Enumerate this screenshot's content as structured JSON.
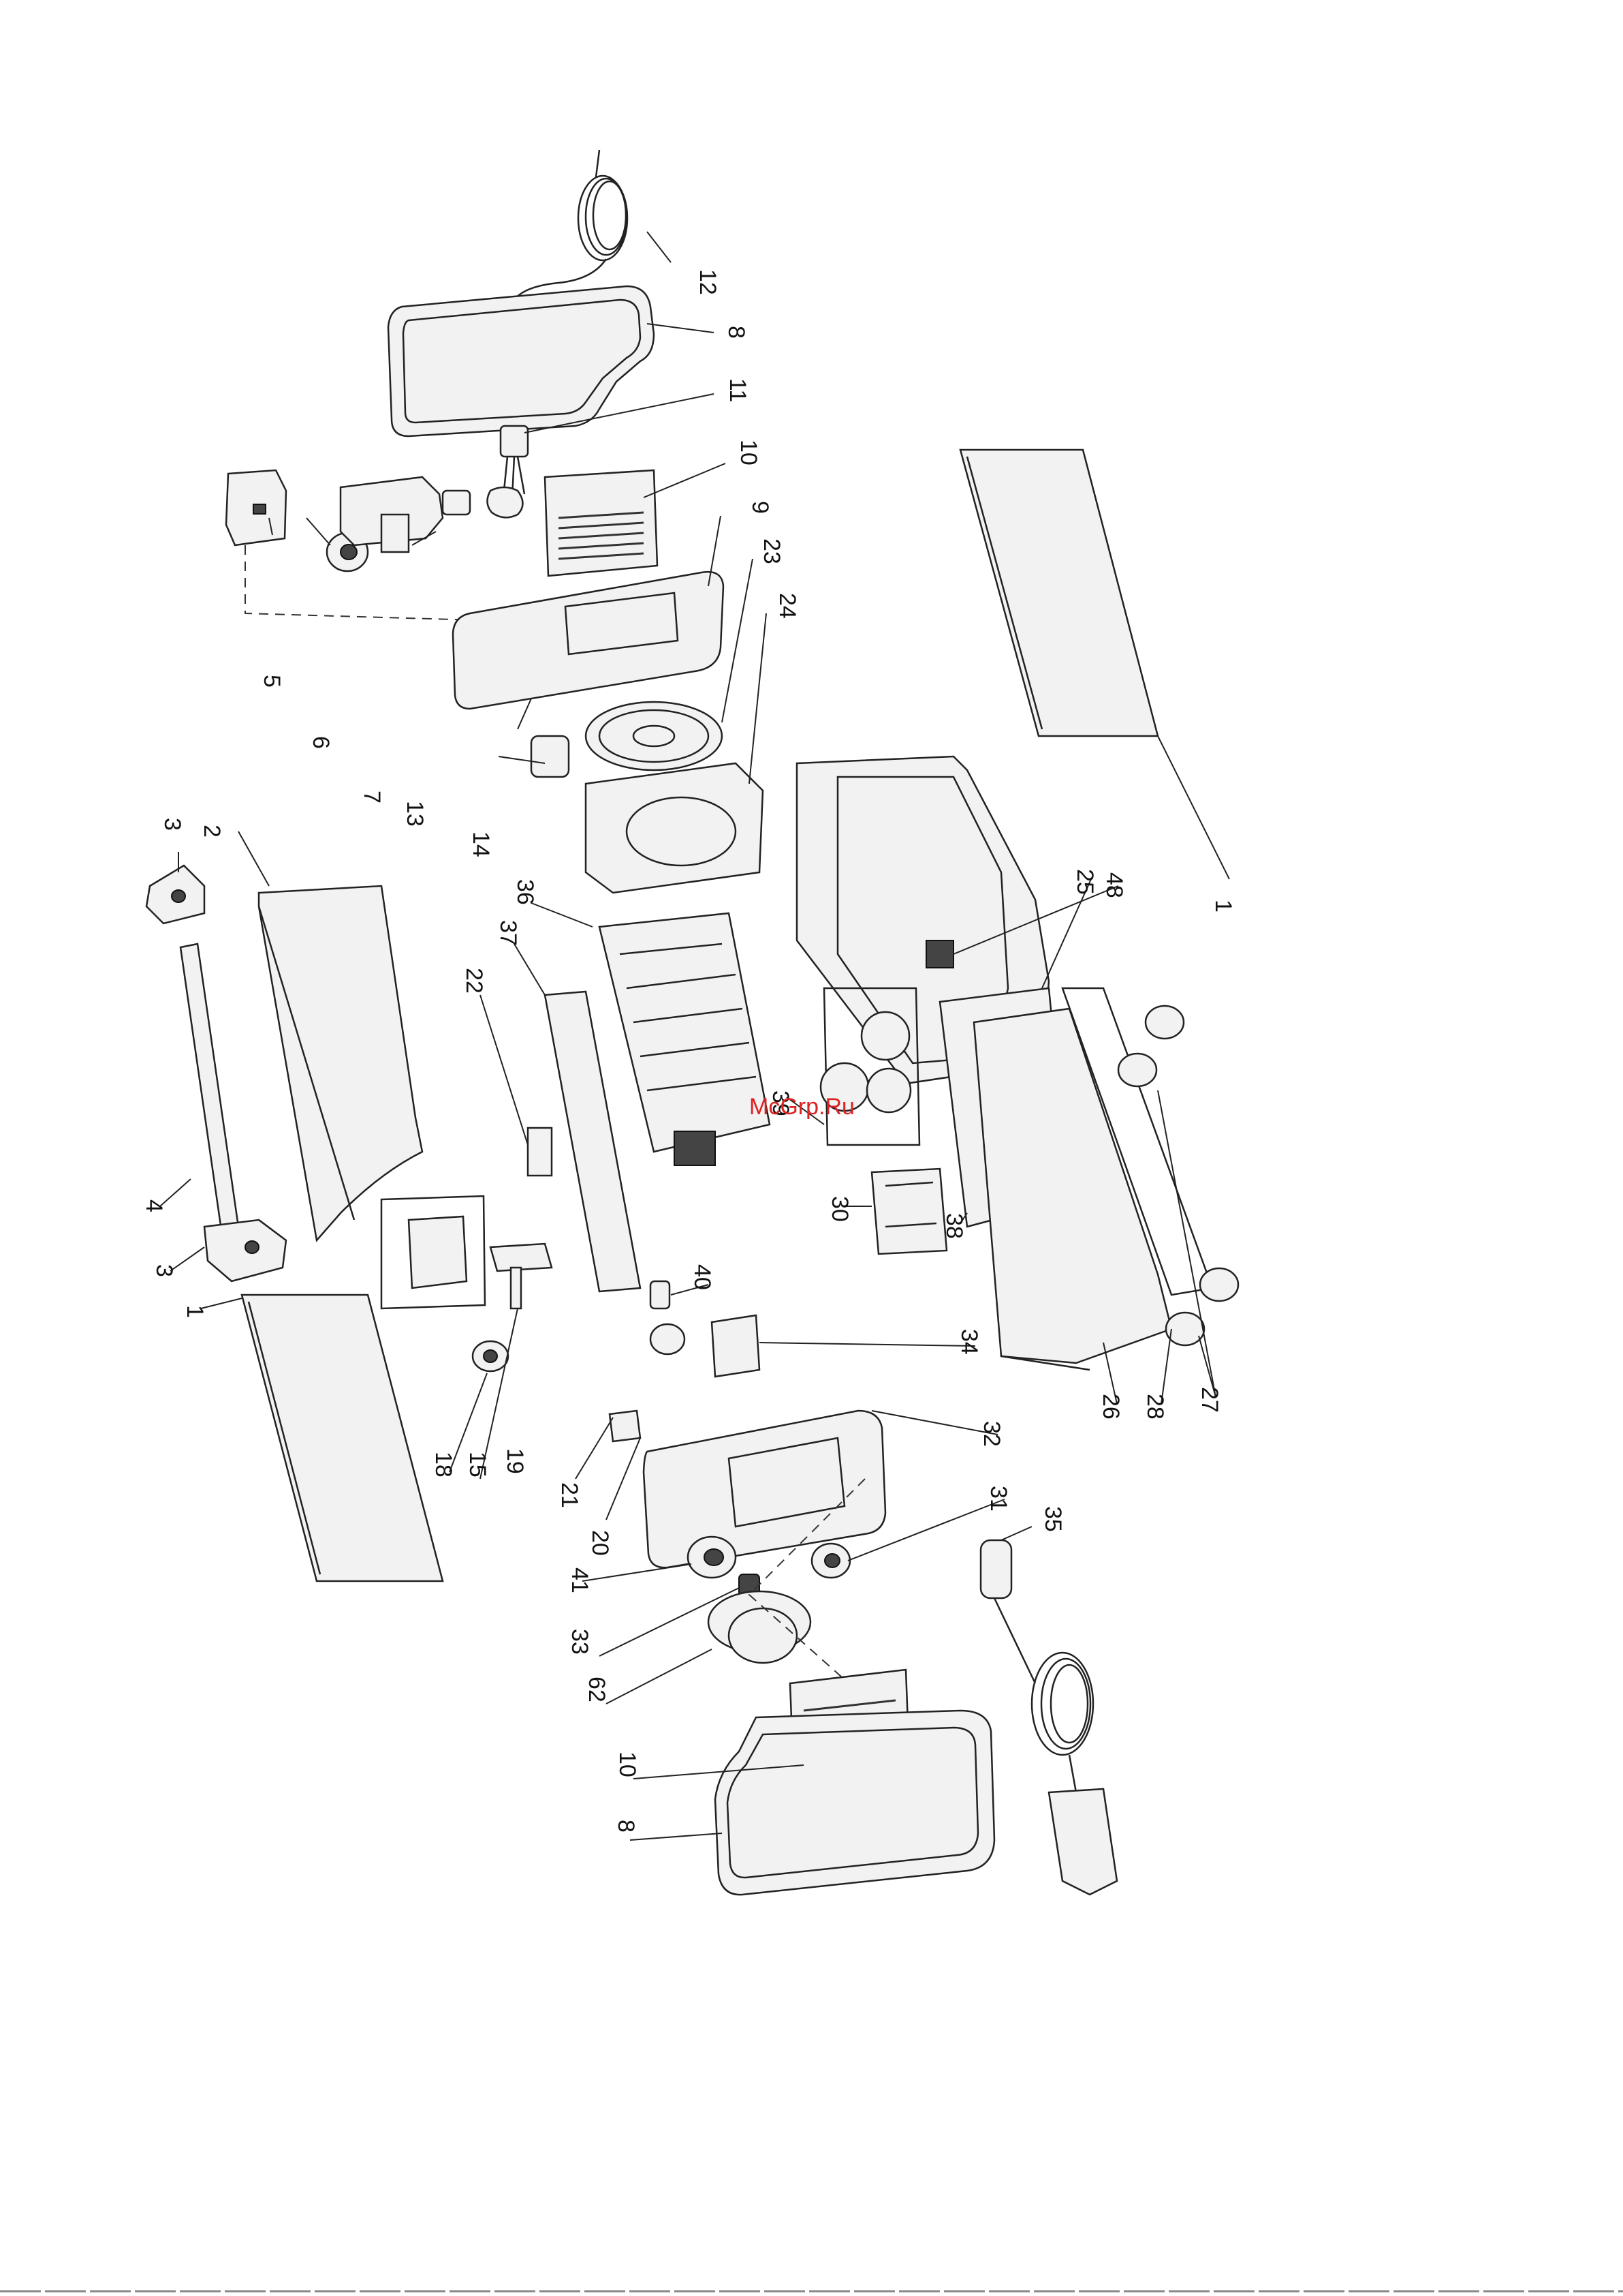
{
  "watermark": {
    "text": "McGrp.Ru",
    "color": "#d22222"
  },
  "callouts": [
    "1",
    "2",
    "3",
    "4",
    "5",
    "6",
    "7",
    "8",
    "9",
    "10",
    "11",
    "12",
    "13",
    "14",
    "15",
    "18",
    "19",
    "20",
    "21",
    "22",
    "23",
    "24",
    "25",
    "26",
    "27",
    "28",
    "30",
    "31",
    "32",
    "33",
    "34",
    "35",
    "36",
    "37",
    "38",
    "39",
    "40",
    "41",
    "48",
    "62"
  ]
}
